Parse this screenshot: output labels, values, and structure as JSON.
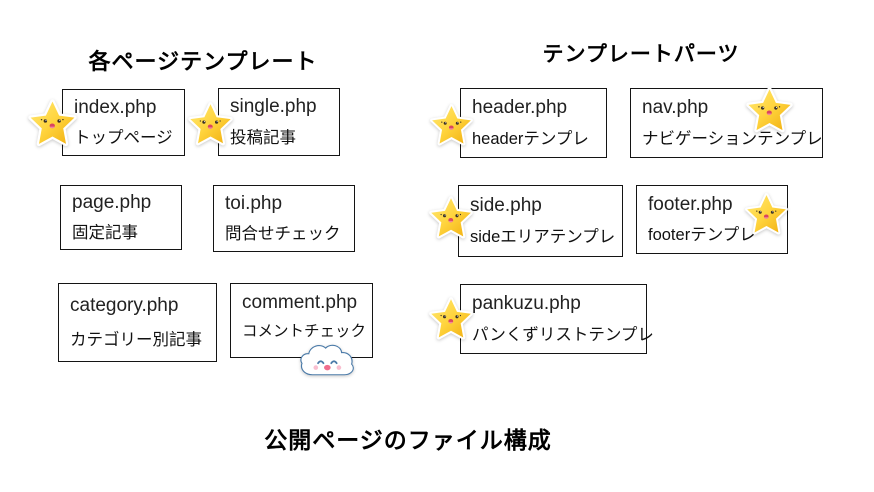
{
  "left_section": {
    "title": "各ページテンプレート",
    "boxes": [
      {
        "filename": "index.php",
        "description": "トップページ",
        "icon": "star"
      },
      {
        "filename": "single.php",
        "description": "投稿記事",
        "icon": "star"
      },
      {
        "filename": "page.php",
        "description": "固定記事",
        "icon": "none"
      },
      {
        "filename": "toi.php",
        "description": "問合せチェック",
        "icon": "none"
      },
      {
        "filename": "category.php",
        "description": "カテゴリー別記事",
        "icon": "none"
      },
      {
        "filename": "comment.php",
        "description": "コメントチェック",
        "icon": "cloud"
      }
    ]
  },
  "right_section": {
    "title": "テンプレートパーツ",
    "boxes": [
      {
        "filename": "header.php",
        "description": "headerテンプレ",
        "icon": "star"
      },
      {
        "filename": "nav.php",
        "description": "ナビゲーションテンプレ",
        "icon": "star"
      },
      {
        "filename": "side.php",
        "description": "sideエリアテンプレ",
        "icon": "star"
      },
      {
        "filename": "footer.php",
        "description": "footerテンプレ",
        "icon": "star"
      },
      {
        "filename": "pankuzu.php",
        "description": "パンくずリストテンプレ",
        "icon": "star"
      }
    ]
  },
  "caption": "公開ページのファイル構成",
  "icons": {
    "star": {
      "semantic": "star-icon",
      "fill_top": "#ffe873",
      "fill_mid": "#ffd43d",
      "fill_bottom": "#f0ad0e",
      "outline": "#ffffff",
      "eye": "#3a3125",
      "mouth": "#d9455f",
      "tongue": "#f387a0"
    },
    "cloud": {
      "semantic": "cloud-icon",
      "fill": "#ffffff",
      "outline": "#4a7aa8",
      "cheek": "#f9bfd0",
      "mouth": "#f06d8d"
    }
  },
  "colors": {
    "background": "#ffffff",
    "box_border": "#141414",
    "text": "#1a1a1a"
  }
}
